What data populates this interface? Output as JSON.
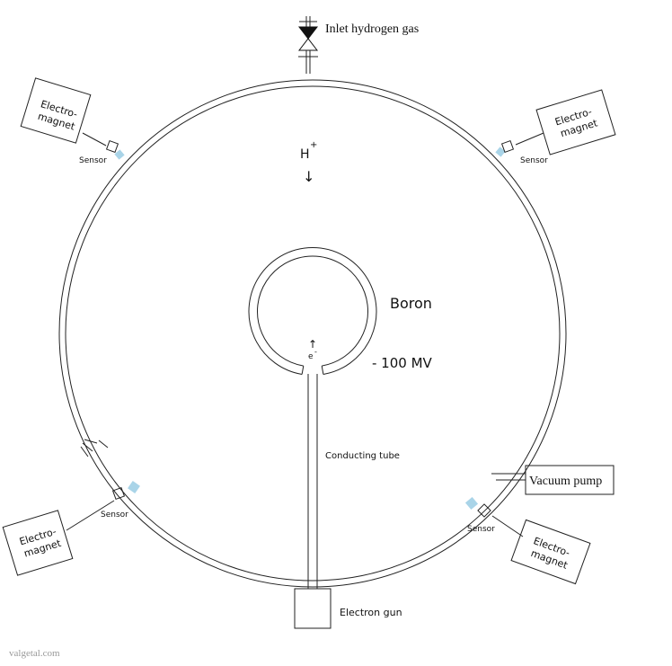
{
  "labels": {
    "inlet": "Inlet hydrogen gas",
    "electromagnet_line1": "Electro-",
    "electromagnet_line2": "magnet",
    "sensor": "Sensor",
    "h_plus_base": "H",
    "h_plus_sup": "+",
    "down_arrow": "↓",
    "boron": "Boron",
    "voltage": "- 100 MV",
    "e_minus_base": "e",
    "e_minus_sup": "-",
    "up_arrow": "↑",
    "conducting_tube": "Conducting tube",
    "vacuum_pump": "Vacuum pump",
    "electron_gun": "Electron gun",
    "watermark": "valgetal.com"
  },
  "colors": {
    "line": "#222222",
    "sensor_patch": "#a9d4e8",
    "watermark": "#9a9a9a"
  },
  "icons": {
    "valve": "valve-icon",
    "ground": "ground-icon"
  }
}
